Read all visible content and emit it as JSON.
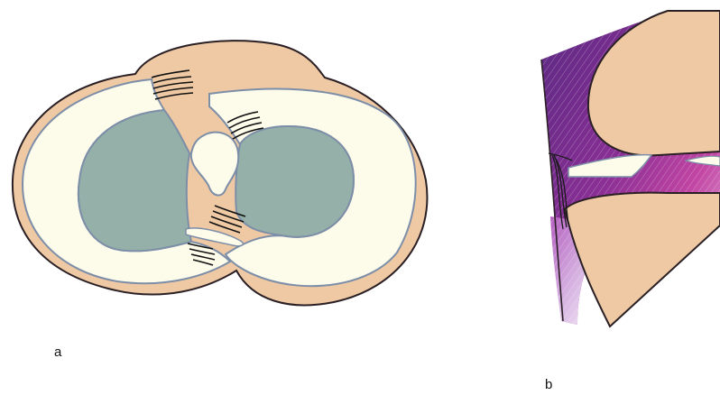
{
  "panels": [
    {
      "id": "a",
      "label": "a"
    },
    {
      "id": "b",
      "label": "b"
    }
  ],
  "colors": {
    "tibial_plateau": "#eec9a3",
    "meniscus": "#fdfbea",
    "cartilage": "#95b0a8",
    "outline_dark": "#2a1f24",
    "outline_blue": "#7d8ea8",
    "ligament_lines": "#111111",
    "capsule_purple": "#7e2d8c",
    "capsule_magenta": "#c03fa0",
    "capsule_light": "#d9c2e6"
  },
  "icons": {
    "ligament_attachment": "hatch-lines",
    "background_texture": "purple-hatching"
  }
}
